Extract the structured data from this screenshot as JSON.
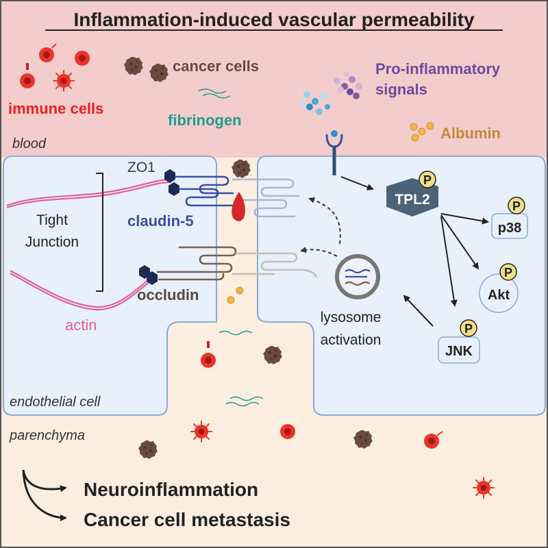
{
  "title": "Inflammation-induced vascular permeability",
  "regions": {
    "blood": "blood",
    "parenchyma": "parenchyma",
    "endothelial_cell": "endothelial cell"
  },
  "blood_labels": {
    "immune_cells": "immune cells",
    "cancer_cells": "cancer cells",
    "fibrinogen": "fibrinogen",
    "pro_inflammatory_line1": "Pro-inflammatory",
    "pro_inflammatory_line2": "signals",
    "albumin": "Albumin"
  },
  "junction": {
    "zo1": "ZO1",
    "tight_line1": "Tight",
    "tight_line2": "Junction",
    "claudin": "claudin-5",
    "occludin": "occludin",
    "actin": "actin"
  },
  "signaling": {
    "phospho": "P",
    "tpl2": "TPL2",
    "p38": "p38",
    "akt": "Akt",
    "jnk": "JNK",
    "lysosome_line1": "lysosome",
    "lysosome_line2": "activation"
  },
  "outcomes": {
    "neuroinflammation": "Neuroinflammation",
    "metastasis": "Cancer cell metastasis"
  },
  "colors": {
    "blood_bg": "#f3cccc",
    "parenchyma_bg": "#fbeee0",
    "cell_fill": "#e8f0fb",
    "cell_stroke": "#8ea8d4",
    "immune": "#e8352a",
    "cancer": "#6b4a40",
    "fibrinogen": "#1e9e8c",
    "pro_inflammatory": "#6b4c9a",
    "albumin": "#c48a3c",
    "claudin": "#3b4fa3",
    "occludin": "#5a4740",
    "actin": "#e0609a",
    "tpl2": "#4c6278",
    "phospho": "#f3df8a"
  }
}
